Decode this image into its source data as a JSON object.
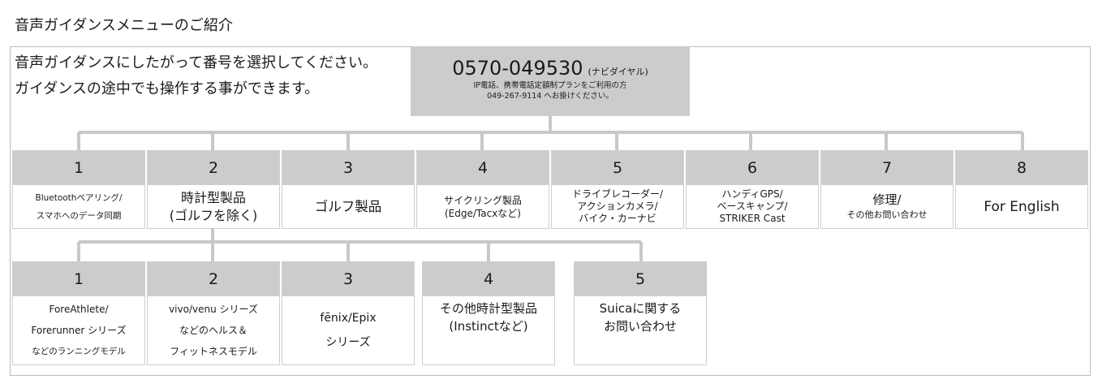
{
  "heading": "音声ガイダンスメニューのご紹介",
  "intro": [
    "音声ガイダンスにしたがって番号を選択してください。",
    "ガイダンスの途中でも操作する事ができます。"
  ],
  "phone": {
    "number": "0570-049530",
    "note": "(ナビダイヤル)",
    "sub_lines": [
      "IP電話、携帯電話定額制プランをご利用の方",
      "049-267-9114 へお掛けください。"
    ]
  },
  "menu_level1": [
    {
      "number": "1",
      "lines": [
        "Bluetoothペアリング/",
        "スマホへのデータ同期"
      ]
    },
    {
      "number": "2",
      "lines": [
        "時計型製品",
        "(ゴルフを除く)"
      ]
    },
    {
      "number": "3",
      "lines": [
        "ゴルフ製品"
      ]
    },
    {
      "number": "4",
      "lines": [
        "サイクリング製品",
        "(Edge/Tacxなど)"
      ]
    },
    {
      "number": "5",
      "lines": [
        "ドライブレコーダー/",
        "アクションカメラ/",
        "バイク・カーナビ"
      ]
    },
    {
      "number": "6",
      "lines": [
        "ハンディGPS/",
        "ベースキャンプ/",
        "STRIKER Cast"
      ]
    },
    {
      "number": "7",
      "lines": [
        "修理/",
        "その他お問い合わせ"
      ]
    },
    {
      "number": "8",
      "lines": [
        "For English"
      ]
    }
  ],
  "menu_level2": [
    {
      "number": "1",
      "lines": [
        "ForeAthlete/",
        "Forerunner シリーズ",
        "などのランニングモデル"
      ]
    },
    {
      "number": "2",
      "lines": [
        "vivo/venu シリーズ",
        "などのヘルス＆",
        "フィットネスモデル"
      ]
    },
    {
      "number": "3",
      "lines": [
        "fēnix/Epix",
        "シリーズ"
      ]
    },
    {
      "number": "4",
      "lines": [
        "その他時計型製品",
        "(Instinctなど)"
      ]
    },
    {
      "number": "5",
      "lines": [
        "Suicaに関する",
        "お問い合わせ"
      ]
    }
  ]
}
